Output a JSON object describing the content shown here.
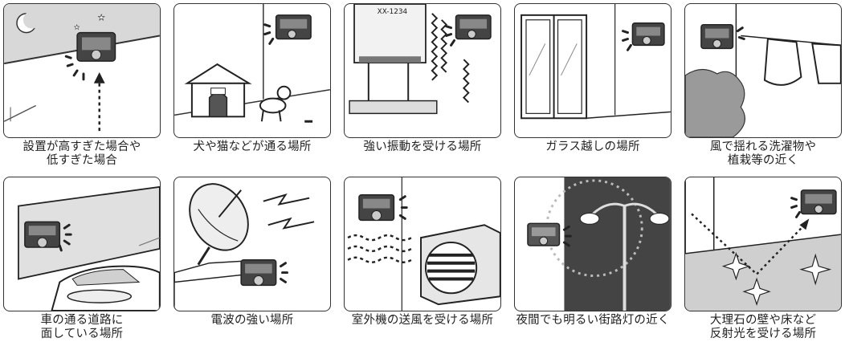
{
  "panels": [
    {
      "caption": "設置が高すぎた場合や\n低すぎた場合"
    },
    {
      "caption": "犬や猫などが通る場所"
    },
    {
      "caption": "強い振動を受ける場所",
      "device_label": "XX-1234"
    },
    {
      "caption": "ガラス越しの場所"
    },
    {
      "caption": "風で揺れる洗濯物や\n植栽等の近く"
    },
    {
      "caption": "車の通る道路に\n面している場所"
    },
    {
      "caption": "電波の強い場所"
    },
    {
      "caption": "室外機の送風を受ける場所"
    },
    {
      "caption": "夜間でも明るい街路灯の近く"
    },
    {
      "caption": "大理石の壁や床など\n反射光を受ける場所"
    }
  ]
}
